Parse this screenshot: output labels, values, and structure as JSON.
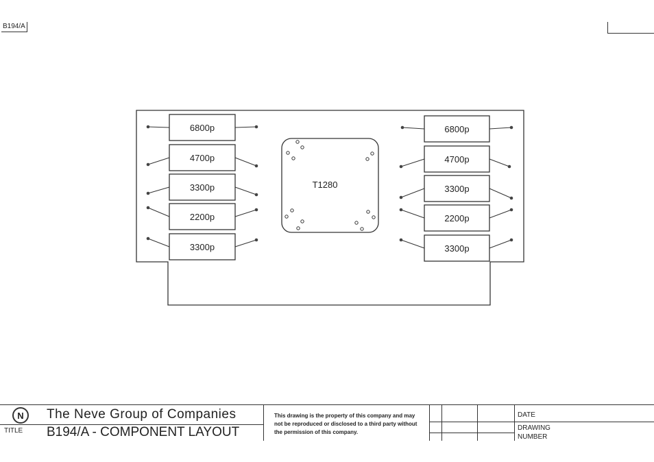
{
  "sheet_ref": "B194/A",
  "components": {
    "left": [
      "6800p",
      "4700p",
      "3300p",
      "2200p",
      "3300p"
    ],
    "right": [
      "6800p",
      "4700p",
      "3300p",
      "2200p",
      "3300p"
    ],
    "transformer": "T1280"
  },
  "title_block": {
    "company": "The Neve Group of Companies",
    "title_label": "TITLE",
    "title": "B194/A - COMPONENT LAYOUT",
    "notice": "This drawing is the property of this company and may not be reproduced or disclosed to a third party without the permission of this company.",
    "date_label": "DATE",
    "drawing_number_label": "DRAWING NUMBER"
  }
}
